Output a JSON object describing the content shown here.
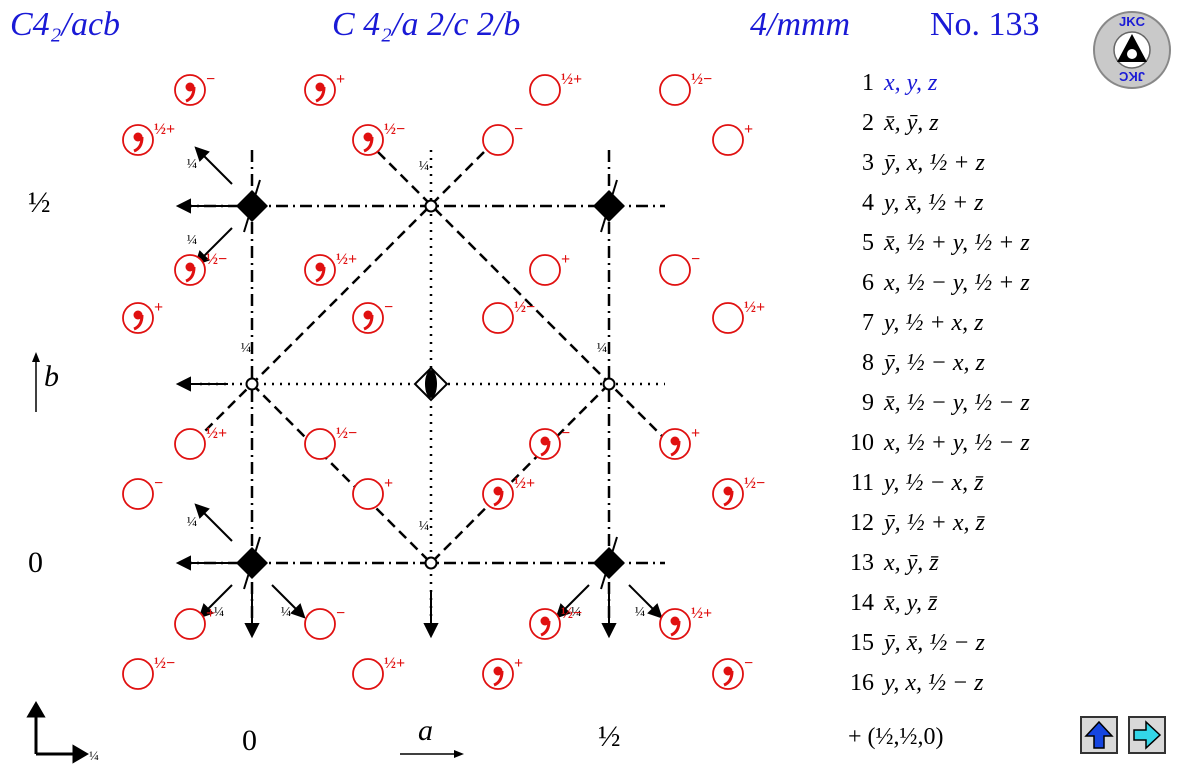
{
  "header": {
    "short_symbol": "C4₂/acb",
    "full_symbol": "C 4₂/a 2/c 2/b",
    "point_group": "4/mmm",
    "number": "No. 133"
  },
  "logo": {
    "text": "JKC"
  },
  "axis_labels": {
    "b": "b",
    "a": "a",
    "half_left": "½",
    "zero_left": "0",
    "zero_bottom": "0",
    "half_bottom": "½",
    "quarter": "¼"
  },
  "positions": [
    {
      "n": "1",
      "coord": "x, y, z"
    },
    {
      "n": "2",
      "coord": "x̄, ȳ, z"
    },
    {
      "n": "3",
      "coord": "ȳ, x, ½ + z"
    },
    {
      "n": "4",
      "coord": "y, x̄, ½ + z"
    },
    {
      "n": "5",
      "coord": "x̄, ½ + y, ½ + z"
    },
    {
      "n": "6",
      "coord": "x, ½ − y, ½ + z"
    },
    {
      "n": "7",
      "coord": "y, ½ + x, z"
    },
    {
      "n": "8",
      "coord": "ȳ, ½ − x, z"
    },
    {
      "n": "9",
      "coord": "x̄, ½ − y, ½ − z"
    },
    {
      "n": "10",
      "coord": "x, ½ + y, ½ − z"
    },
    {
      "n": "11",
      "coord": "y, ½ − x, z̄"
    },
    {
      "n": "12",
      "coord": "ȳ, ½ + x, z̄"
    },
    {
      "n": "13",
      "coord": "x, ȳ, z̄"
    },
    {
      "n": "14",
      "coord": "x̄, y, z̄"
    },
    {
      "n": "15",
      "coord": "ȳ, x̄, ½ − z"
    },
    {
      "n": "16",
      "coord": "y, x, ½ − z"
    }
  ],
  "centering": "+ (½,½,0)",
  "colors": {
    "header": "#1a1ad6",
    "marker": "#e01010",
    "symbols": "#000000",
    "nav_up": "#1545e0",
    "nav_next": "#33d6e8"
  },
  "markers": [
    {
      "label": "−",
      "comma": true
    },
    {
      "label": "+",
      "comma": true
    },
    {
      "label": "½+",
      "comma": false
    },
    {
      "label": "½−",
      "comma": false
    },
    {
      "label": "½+",
      "comma": true
    },
    {
      "label": "½−",
      "comma": true
    },
    {
      "label": "−",
      "comma": false
    },
    {
      "label": "+",
      "comma": false
    },
    {
      "label": "½−",
      "comma": true
    },
    {
      "label": "½+",
      "comma": true
    },
    {
      "label": "+",
      "comma": false
    },
    {
      "label": "−",
      "comma": false
    },
    {
      "label": "+",
      "comma": true
    },
    {
      "label": "−",
      "comma": true
    },
    {
      "label": "½−",
      "comma": false
    },
    {
      "label": "½+",
      "comma": false
    },
    {
      "label": "½+",
      "comma": false
    },
    {
      "label": "½−",
      "comma": false
    },
    {
      "label": "−",
      "comma": true
    },
    {
      "label": "+",
      "comma": true
    },
    {
      "label": "−",
      "comma": false
    },
    {
      "label": "+",
      "comma": false
    },
    {
      "label": "½+",
      "comma": true
    },
    {
      "label": "½−",
      "comma": true
    },
    {
      "label": "+",
      "comma": false
    },
    {
      "label": "−",
      "comma": false
    },
    {
      "label": "½−",
      "comma": true
    },
    {
      "label": "½+",
      "comma": true
    },
    {
      "label": "½−",
      "comma": false
    },
    {
      "label": "½+",
      "comma": false
    },
    {
      "label": "+",
      "comma": true
    },
    {
      "label": "−",
      "comma": true
    }
  ]
}
